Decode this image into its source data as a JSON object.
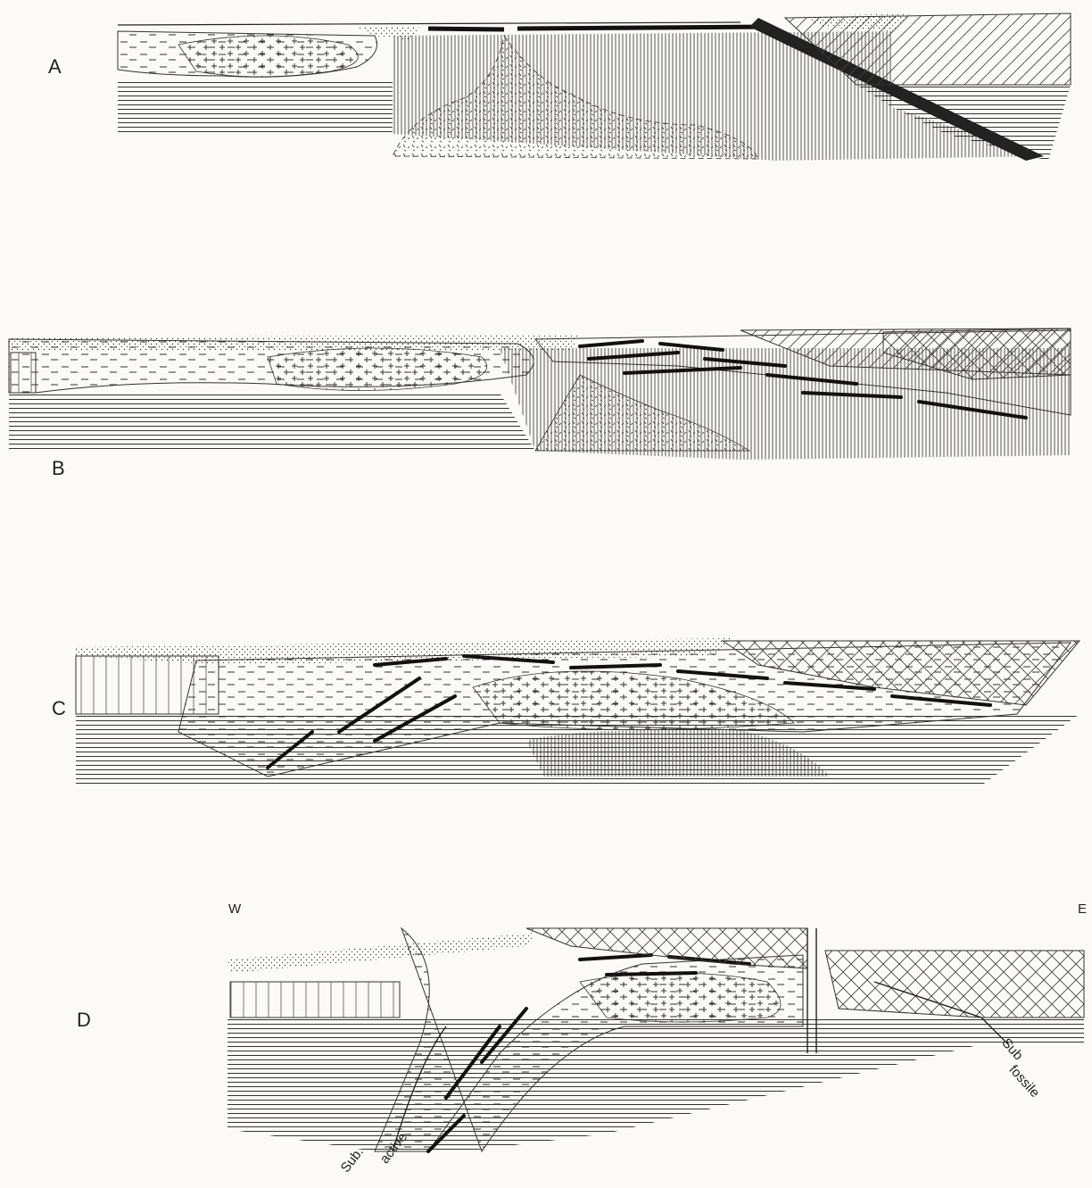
{
  "panels": [
    {
      "id": "A",
      "label": "A"
    },
    {
      "id": "B",
      "label": "B"
    },
    {
      "id": "C",
      "label": "C"
    },
    {
      "id": "D",
      "label": "D"
    }
  ],
  "orientation": {
    "west": "W",
    "east": "E"
  },
  "annotations": {
    "sub_active_1": "Sub.",
    "sub_active_2": "active",
    "sub_fossile_1": "Sub",
    "sub_fossile_2": "fossile"
  }
}
